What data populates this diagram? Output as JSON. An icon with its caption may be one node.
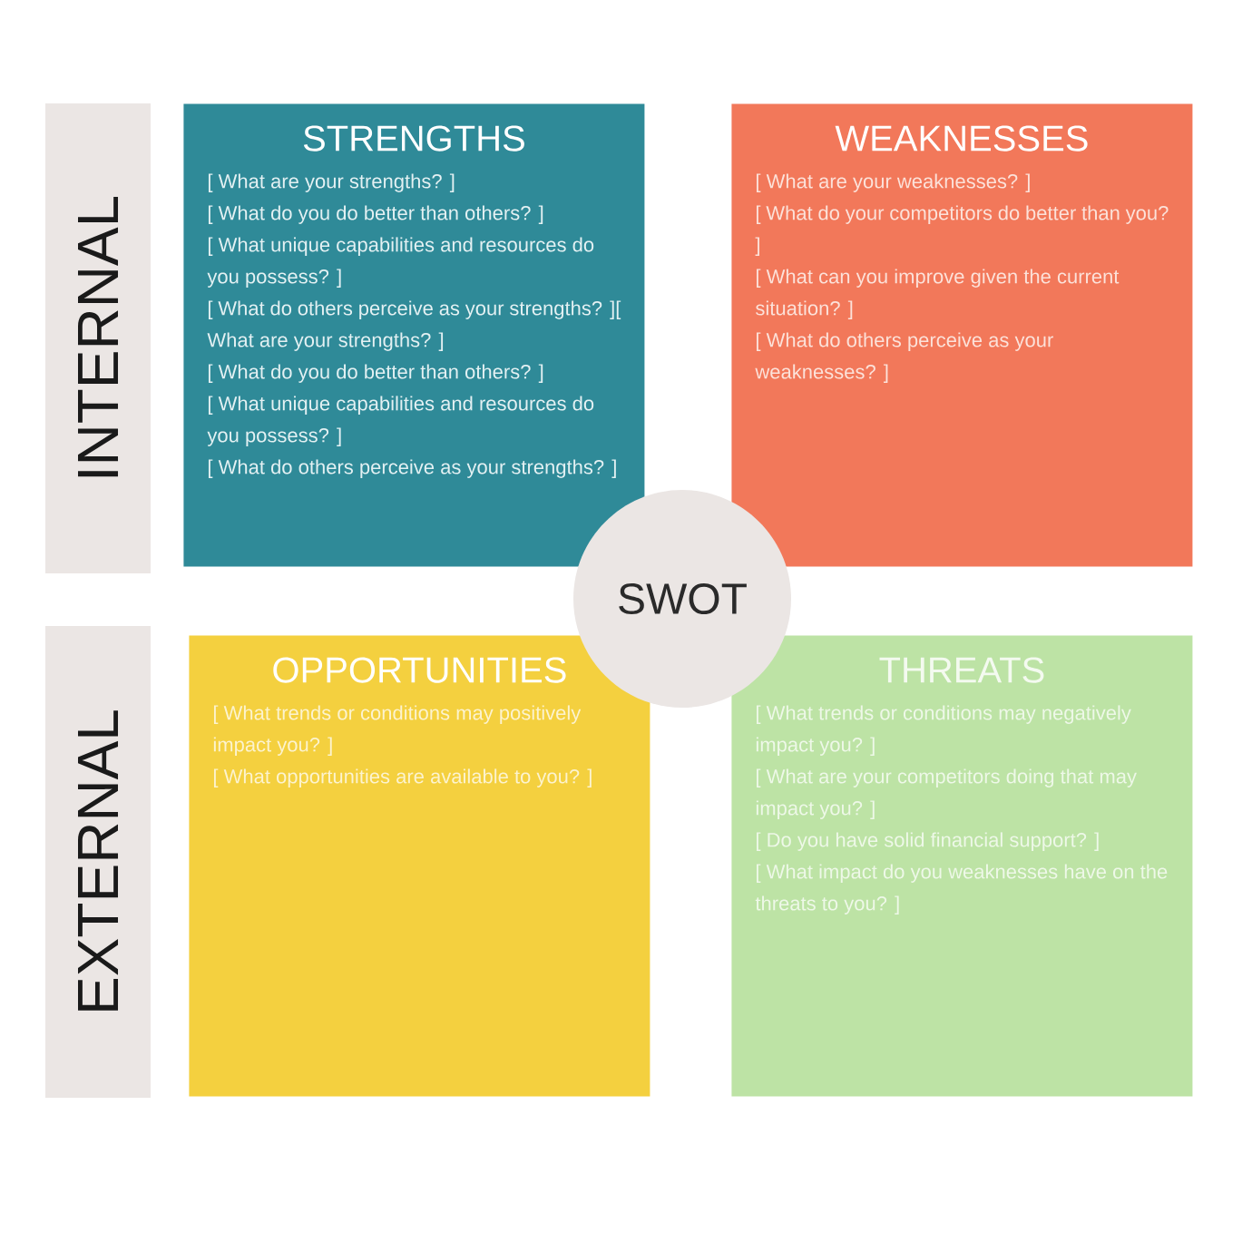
{
  "diagram": {
    "nodes": [
      {
        "text": [
          "INTERNAL"
        ]
      },
      {
        "text": [
          "EXTERNAL"
        ]
      },
      {
        "text": [
          "STRENGTHS",
          "[ What are your strengths? ]",
          "[ What do you do better than others? ]",
          "[ What unique capabilities and resources do you possess? ]",
          "[ What do others perceive as your strengths? ][ What are your strengths? ]",
          "[ What do you do better than others? ]",
          "[ What unique capabilities and resources do you possess? ]",
          "[ What do others perceive as your strengths? ]"
        ]
      },
      {
        "text": [
          "WEAKNESSES",
          "[ What are your weaknesses? ]",
          "[ What do your competitors do better than you? ]",
          "[ What can you improve given the current situation? ]",
          "[ What do others perceive as your weaknesses? ]"
        ]
      },
      {
        "text": [
          "OPPORTUNITIES",
          "[ What trends or conditions may positively impact you? ]",
          "[ What opportunities are available to you? ]"
        ]
      },
      {
        "text": [
          "THREATS",
          "[ What trends or conditions may negatively impact you? ]",
          "[ What are your competitors doing that may impact you? ]",
          "[ Do you have solid financial support? ]",
          "[ What impact do you weaknesses have on the threats to you? ]"
        ]
      },
      {
        "text": [
          "SWOT"
        ]
      }
    ]
  }
}
